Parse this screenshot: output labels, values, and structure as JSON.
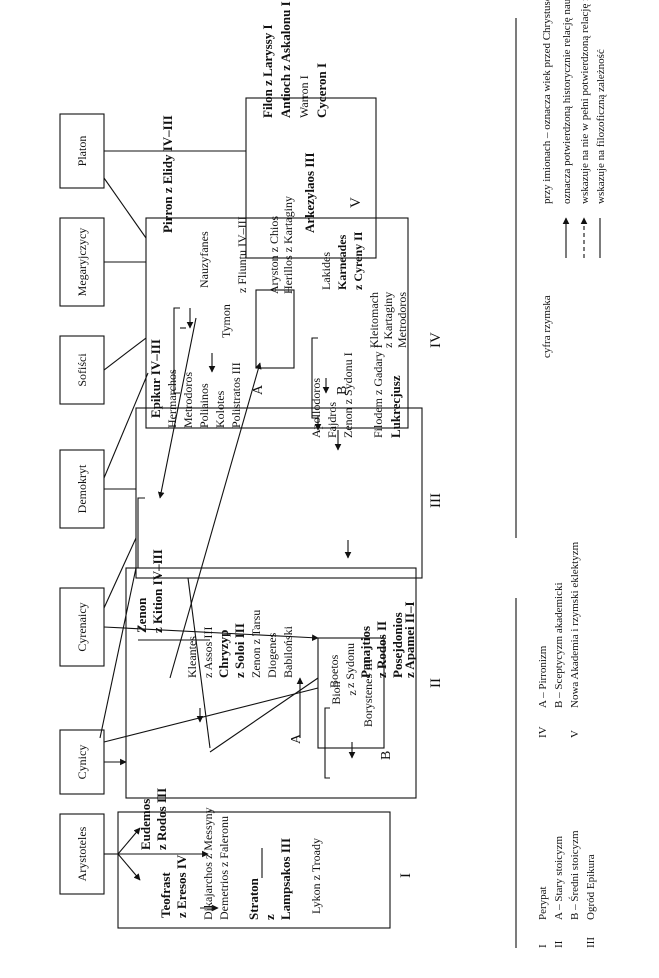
{
  "schools": {
    "platon": "Platon",
    "megaryjczycy": "Megaryjczycy",
    "sofisci": "Sofiści",
    "demokryt": "Demokryt",
    "cyrenaicy": "Cyrenaicy",
    "cynicy": "Cynicy",
    "arystoteles": "Arystoteles"
  },
  "group_V": {
    "numeral": "V",
    "names": [
      "Filon z Laryssy I",
      "Antioch z Askalonu I",
      "Warron I",
      "Cyceron I"
    ]
  },
  "group_IV": {
    "numeral": "IV",
    "section_A": "A",
    "section_B": "B",
    "A_names": [
      "Pirron z Elidy IV–III",
      "Nauzyfanes",
      "Tymon",
      "z Fliuntu IV–III"
    ],
    "inner_box": [
      "Aryston z Chios",
      "Herillos z Kartaginy"
    ],
    "B_names": [
      "Arkezylaos III",
      "Lakides",
      "Karneades",
      "z Cyreny II",
      "Kleitomach",
      "z Kartaginy",
      "Metrodoros"
    ]
  },
  "group_III": {
    "numeral": "III",
    "names": [
      "Epikur IV–III",
      "Hermarchos",
      "Metrodoros",
      "Poliainos",
      "Kolotes",
      "Polistratos III"
    ],
    "later": [
      "Apollodoros",
      "Fajdros",
      "Zenon z Sydonu I",
      "Filodem z Gadary I",
      "Lukrecjusz"
    ]
  },
  "bion_box": [
    "Bion",
    "z",
    "Borystenes III"
  ],
  "group_II": {
    "numeral": "II",
    "section_A": "A",
    "section_B": "B",
    "A_names": [
      "Zenon",
      "z Kition IV–III",
      "Kleantes",
      "z Assos III",
      "Chryzyp",
      "z Soloi III",
      "Zenon z Tarsu",
      "Diogenes",
      "Babiloński"
    ],
    "B_names": [
      "Boetos",
      "z Sydonu",
      "Panajtios",
      "z Rodos II",
      "Posejdonios",
      "z Apamei II–I"
    ]
  },
  "group_I": {
    "numeral": "I",
    "names": [
      "Teofrast",
      "z Eresos IV",
      "Eudemos",
      "z Rodos III",
      "Dikajarchos z Messyny",
      "Demetrios z Faleronu",
      "Straton",
      "z",
      "Lampsakos III",
      "Lykon z Troady"
    ]
  },
  "legend": {
    "groups": [
      {
        "num": "I",
        "label": "Perypat"
      },
      {
        "num": "II",
        "label": "A – Stary stoicyzm"
      },
      {
        "num": "",
        "label": "B – Średni stoicyzm"
      },
      {
        "num": "III",
        "label": "Ogród Epikura"
      },
      {
        "num": "IV",
        "label": "A – Pirronizm"
      },
      {
        "num": "",
        "label": "B – Sceptycyzm akademicki"
      },
      {
        "num": "V",
        "label": "Nowa Akademia i rzymski eklektyzm"
      }
    ],
    "symbols": [
      {
        "symbol": "cyfra rzymska",
        "meaning": "przy imionach – oznacza wiek przed Chrystusem"
      },
      {
        "symbol": "arrow-solid",
        "meaning": "oznacza potwierdzoną historycznie relację nauczyciel–uczeń"
      },
      {
        "symbol": "arrow-dashed",
        "meaning": "wskazuje na nie w pełni potwierdzoną relację nauczyciel–uczeń"
      },
      {
        "symbol": "line-solid",
        "meaning": "wskazuje na filozoficzną zależność"
      }
    ]
  }
}
